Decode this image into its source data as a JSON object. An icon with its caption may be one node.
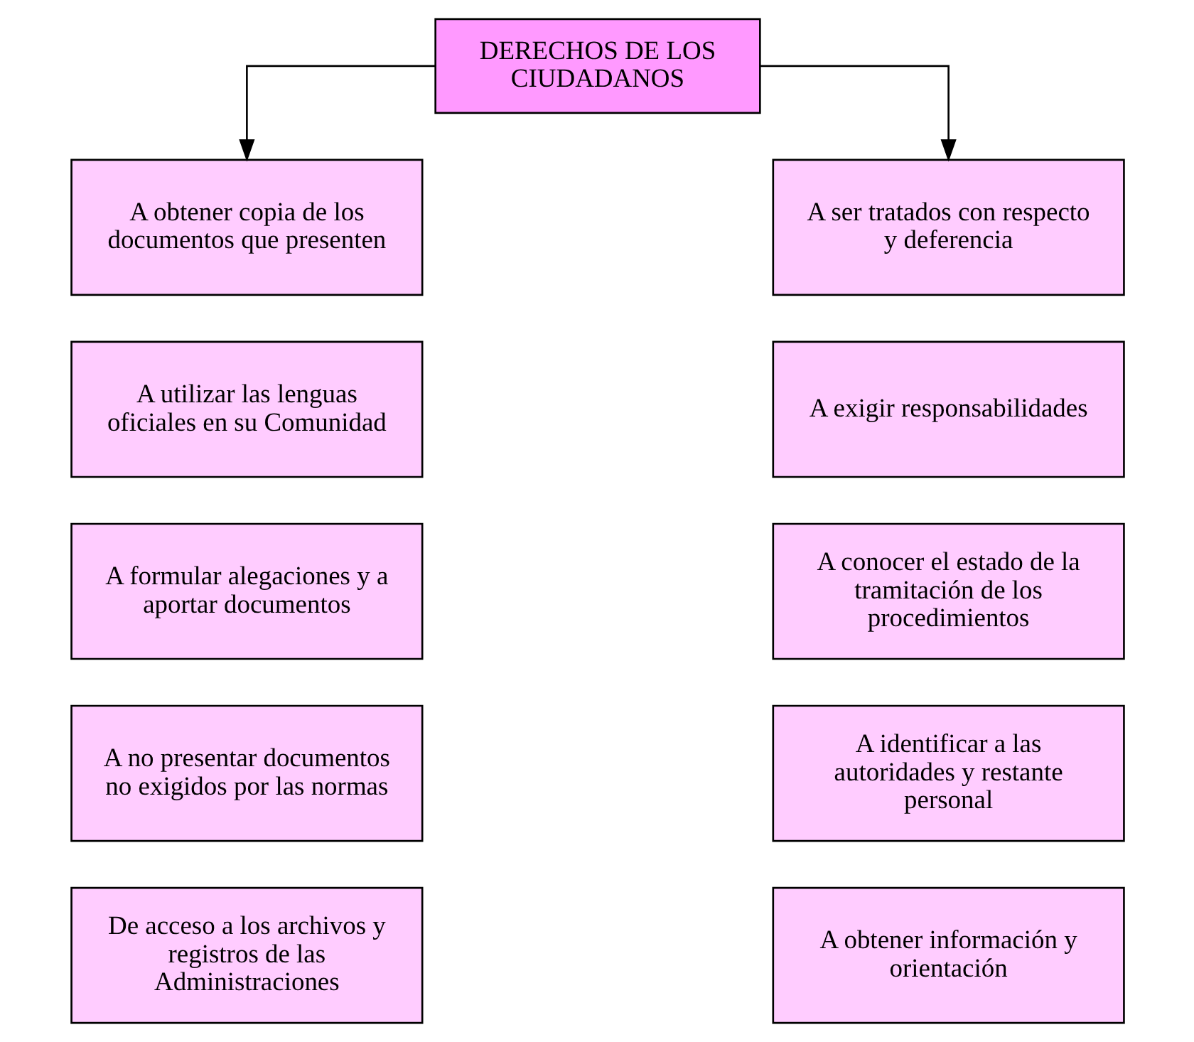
{
  "diagram": {
    "nodes": [
      {
        "text": [
          "DERECHOS DE LOS CIUDADANOS"
        ]
      },
      {
        "text": [
          "A obtener copia de los documentos que presenten"
        ]
      },
      {
        "text": [
          "A ser tratados con respecto y deferencia"
        ]
      },
      {
        "text": [
          "A utilizar las lenguas oficiales en su Comunidad"
        ]
      },
      {
        "text": [
          "A exigir responsabilidades"
        ]
      },
      {
        "text": [
          "A formular alegaciones y a aportar documentos"
        ]
      },
      {
        "text": [
          "A conocer el estado de la tramitación de los procedimientos"
        ]
      },
      {
        "text": [
          "A no presentar documentos no exigidos por las normas"
        ]
      },
      {
        "text": [
          "A identificar a las autoridades y restante personal"
        ]
      },
      {
        "text": [
          "De acceso a los archivos y registros de las Administraciones"
        ]
      },
      {
        "text": [
          "A obtener información y orientación"
        ]
      }
    ],
    "edges": [
      {
        "from": 0,
        "to": 1,
        "arrow": "to"
      },
      {
        "from": 0,
        "to": 2,
        "arrow": "to"
      }
    ]
  }
}
